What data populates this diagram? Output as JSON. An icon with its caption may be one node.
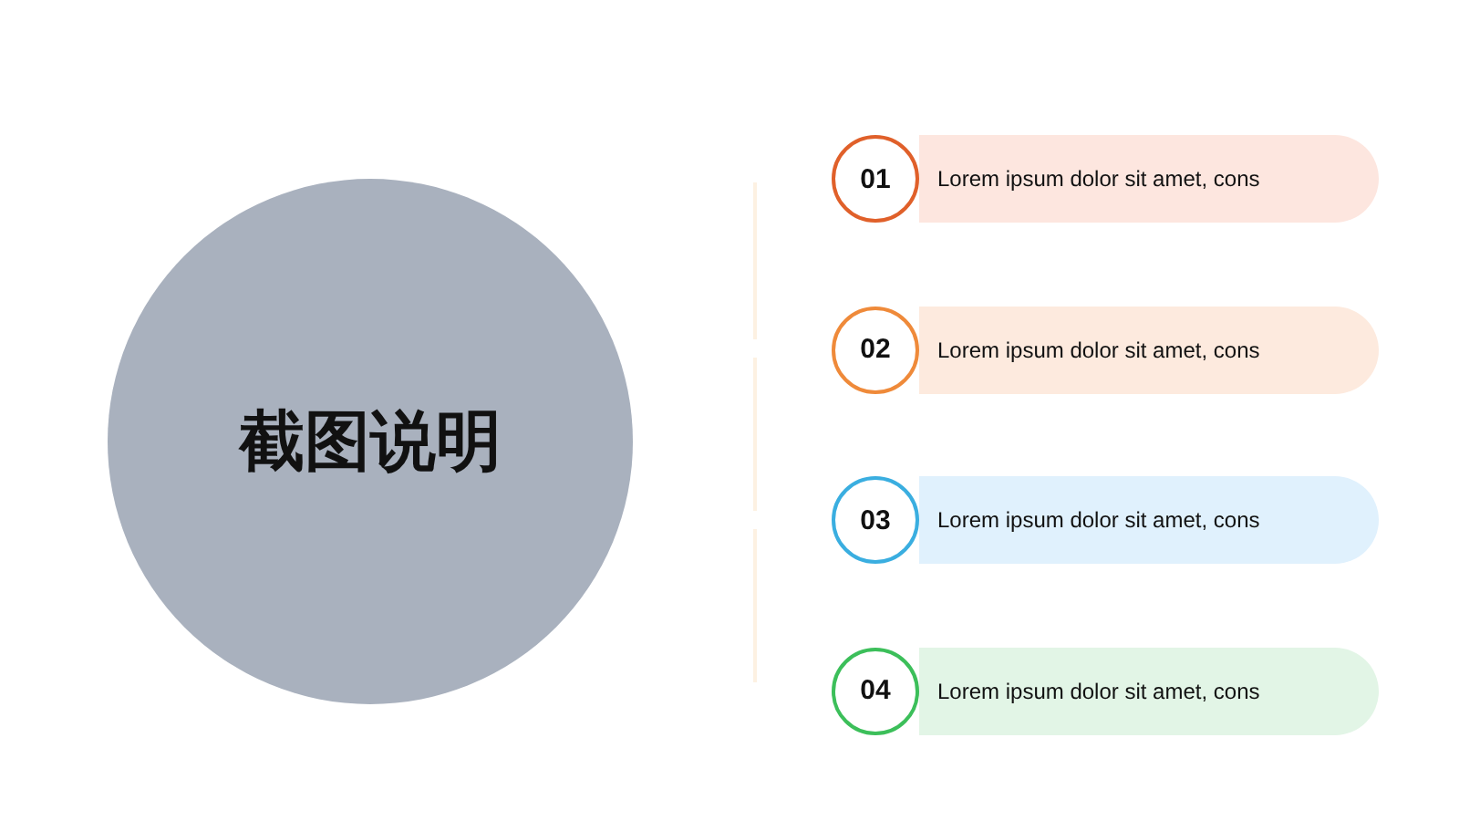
{
  "diagram": {
    "nodes": [
      {
        "text": [
          "截图说明"
        ]
      },
      {
        "text": [
          "01"
        ]
      },
      {
        "text": [
          "Lorem ipsum dolor sit amet, cons"
        ]
      },
      {
        "text": [
          "02"
        ]
      },
      {
        "text": [
          "Lorem ipsum dolor sit amet, cons"
        ]
      },
      {
        "text": [
          "03"
        ]
      },
      {
        "text": [
          "Lorem ipsum dolor sit amet, cons"
        ]
      },
      {
        "text": [
          "04"
        ]
      },
      {
        "text": [
          "Lorem ipsum dolor sit amet, cons"
        ]
      }
    ]
  }
}
